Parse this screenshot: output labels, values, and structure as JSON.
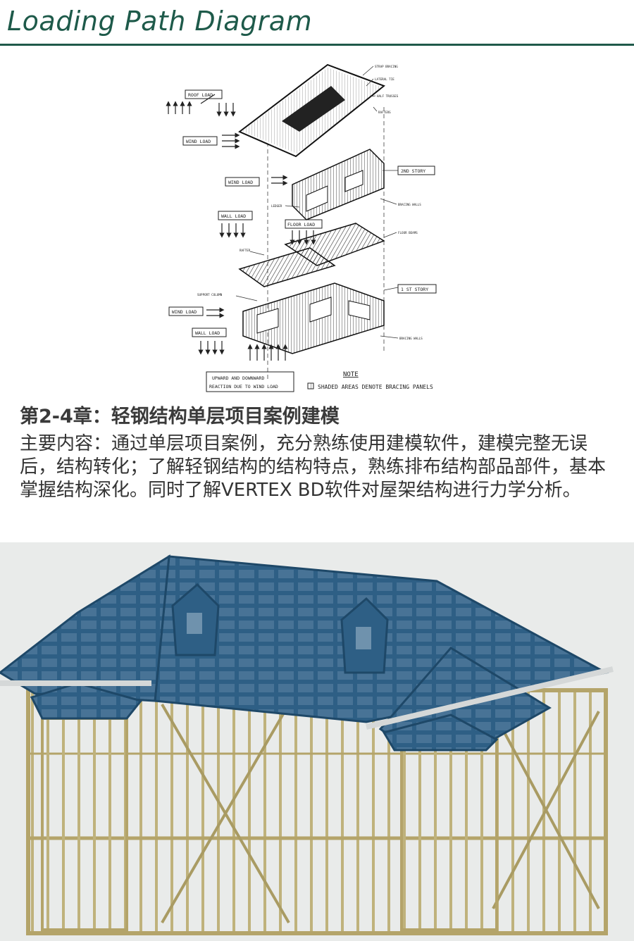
{
  "header": {
    "title": "Loading Path Diagram",
    "accent": "#1f5a4a"
  },
  "diagram": {
    "labels": {
      "roof_load": "ROOF LOAD",
      "wind_load_1": "WIND LOAD",
      "wind_load_2": "WIND LOAD",
      "wall_load_1": "WALL LOAD",
      "floor_load": "FLOOR LOAD",
      "wind_load_3": "WIND LOAD",
      "wall_load_2": "WALL LOAD",
      "second_story": "2ND STORY",
      "first_story": "1 ST STORY",
      "uplift_1": "UPWARD AND DOWNWARD",
      "uplift_2": "REACTION DUE TO WIND LOAD",
      "note": "NOTE",
      "note_text": "SHADED AREAS DENOTE BRACING PANELS",
      "strap_bracing": "STRAP BRACING",
      "lateral_tie": "LATERAL TIE",
      "half_trusses": "HALF TRUSSES",
      "rafters": "RAFTERS",
      "ledger": "LEDGER",
      "bracing_walls_1": "BRACING WALLS",
      "floor_beams": "FLOOR BEAMS",
      "rafter": "RAFTER",
      "support_column": "SUPPORT COLUMN",
      "bracing_walls_2": "BRACING WALLS"
    }
  },
  "chapter": {
    "title": "第2-4章：轻钢结构单层项目案例建模",
    "body": "主要内容：通过单层项目案例，充分熟练使用建模软件，建模完整无误后，结构转化；了解轻钢结构的结构特点，熟练排布结构部品部件，基本掌握结构深化。同时了解VERTEX BD软件对屋架结构进行力学分析。"
  },
  "render": {
    "roof_color": "#2e5f85",
    "wall_color": "#c8bc8a",
    "background": "#e9ebea"
  }
}
